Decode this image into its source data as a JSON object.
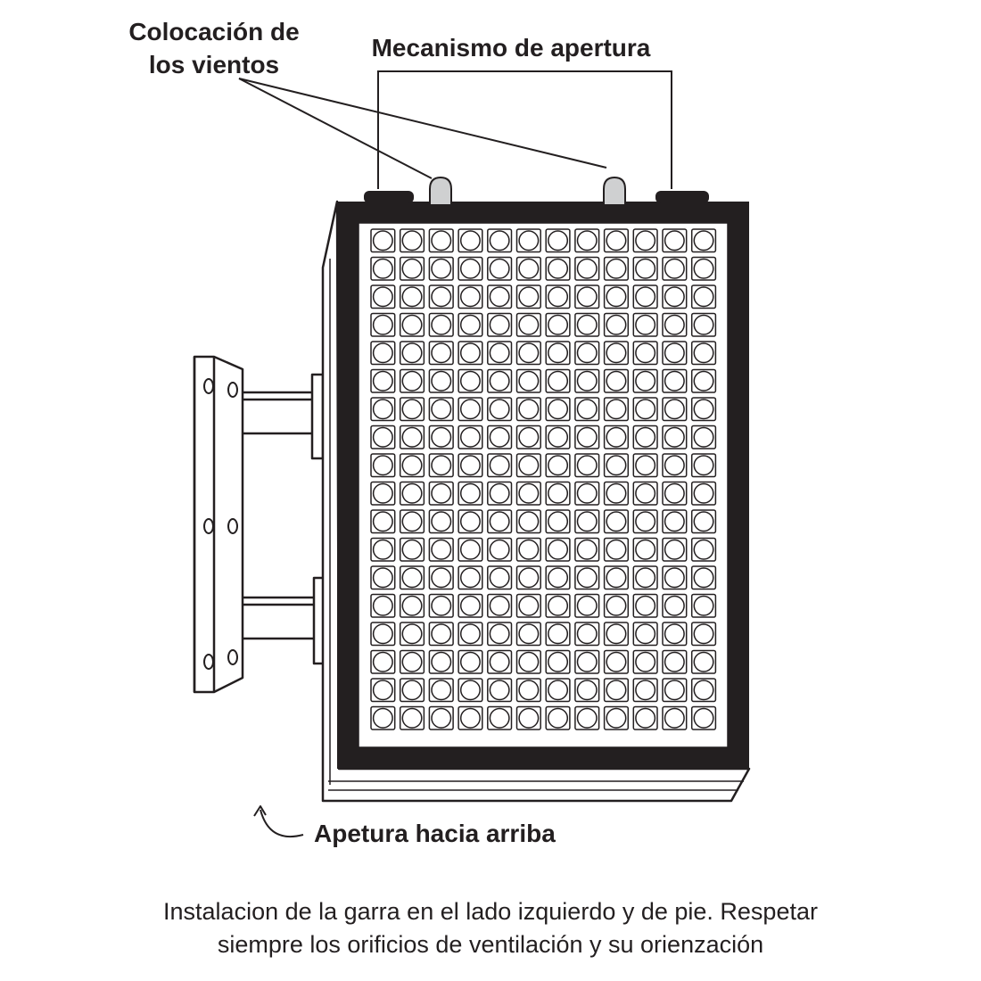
{
  "labels": {
    "vents": [
      "Colocación de",
      "los vientos"
    ],
    "mechanism": "Mecanismo de apertura",
    "opening": "Apetura hacia arriba"
  },
  "caption": {
    "line1": "Instalacion de la garra en el lado izquierdo y de pie. Respetar",
    "line2": "siempre los orificios de ventilación y su orienzación"
  },
  "grid": {
    "columns": 12,
    "rows": 18
  },
  "colors": {
    "ink": "#231f20",
    "vent": "#cfd0d1",
    "background": "#ffffff"
  }
}
